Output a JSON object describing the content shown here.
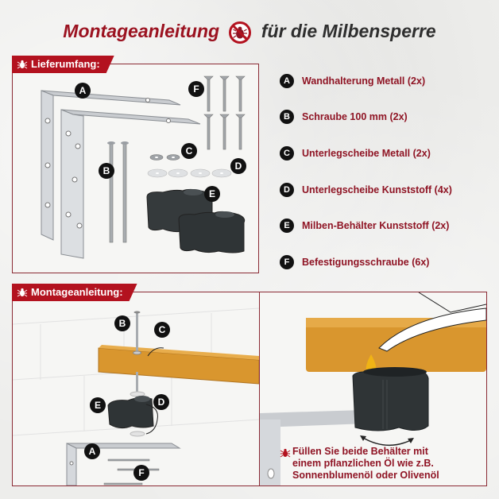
{
  "title": {
    "part1": "Montageanleitung",
    "part2": "für die Milbensperre",
    "icon": "no-mites-icon",
    "color_primary": "#9b1220",
    "color_secondary": "#2e2e2e"
  },
  "sections": {
    "contents": {
      "label": "Lieferumfang:",
      "icon": "mite-icon"
    },
    "assembly": {
      "label": "Montageanleitung:",
      "icon": "mite-icon"
    }
  },
  "legend": [
    {
      "letter": "A",
      "text": "Wandhalterung Metall (2x)"
    },
    {
      "letter": "B",
      "text": "Schraube 100 mm (2x)"
    },
    {
      "letter": "C",
      "text": "Unterlegscheibe Metall (2x)"
    },
    {
      "letter": "D",
      "text": "Unterlegscheibe Kunststoff (4x)"
    },
    {
      "letter": "E",
      "text": "Milben-Behälter Kunststoff (2x)"
    },
    {
      "letter": "F",
      "text": "Befestigungsschraube (6x)"
    }
  ],
  "contents_callouts": [
    "A",
    "B",
    "C",
    "D",
    "E",
    "F"
  ],
  "assembly_callouts": [
    "B",
    "C",
    "E",
    "D",
    "A",
    "F"
  ],
  "note": {
    "icon": "mite-icon",
    "lines": [
      "Füllen Sie beide Behälter mit",
      "einem pflanzlichen Öl wie z.B.",
      "Sonnenblumenöl oder Olivenöl"
    ]
  },
  "colors": {
    "accent_red": "#b3121f",
    "text_red": "#8f1424",
    "border": "#8b2b35",
    "wood": "#d9962e",
    "container": "#2f3436",
    "oil": "#f0b315"
  }
}
